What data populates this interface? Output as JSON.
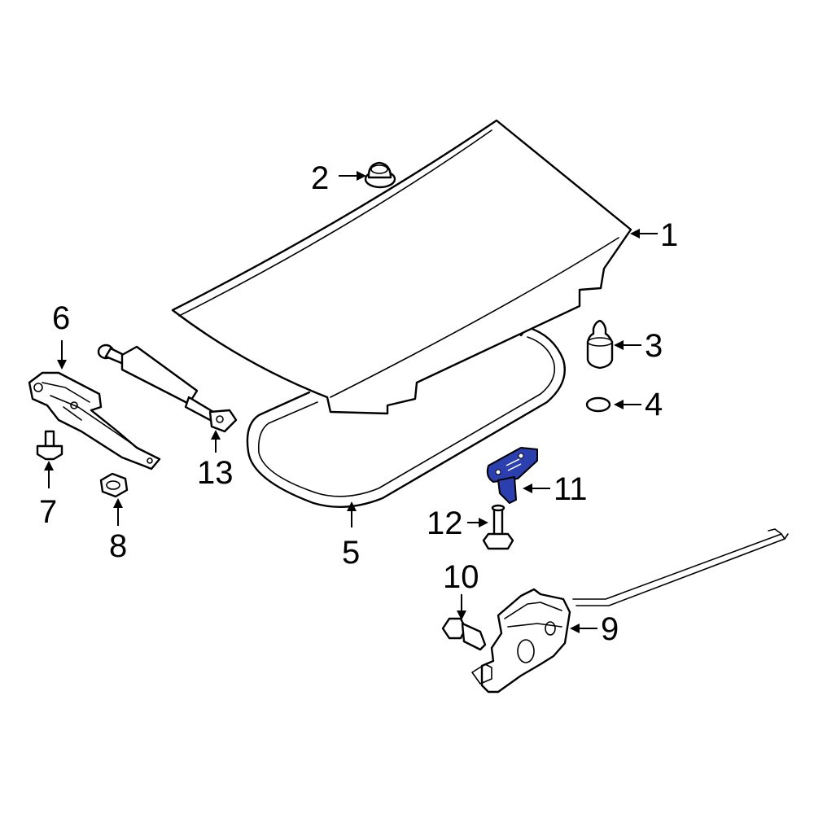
{
  "diagram": {
    "highlight_color": "#2b3fae",
    "callouts": [
      {
        "id": "c1",
        "label": "1"
      },
      {
        "id": "c2",
        "label": "2"
      },
      {
        "id": "c3",
        "label": "3"
      },
      {
        "id": "c4",
        "label": "4"
      },
      {
        "id": "c5",
        "label": "5"
      },
      {
        "id": "c6",
        "label": "6"
      },
      {
        "id": "c7",
        "label": "7"
      },
      {
        "id": "c8",
        "label": "8"
      },
      {
        "id": "c9",
        "label": "9"
      },
      {
        "id": "c10",
        "label": "10"
      },
      {
        "id": "c11",
        "label": "11"
      },
      {
        "id": "c12",
        "label": "12"
      },
      {
        "id": "c13",
        "label": "13"
      }
    ]
  }
}
